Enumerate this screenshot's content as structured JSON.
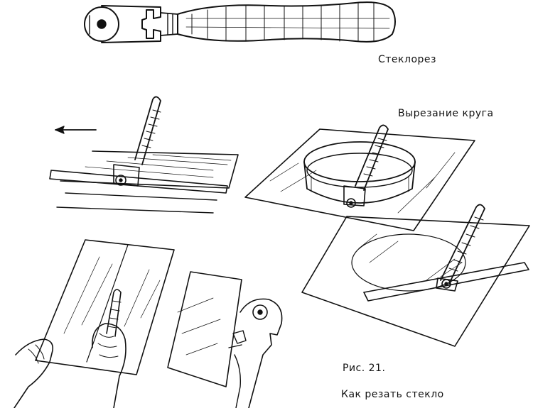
{
  "captions": {
    "glass_cutter": "Стеклорез",
    "circle_cutting": "Вырезание круга",
    "figure_number": "Рис. 21.",
    "how_to_cut": "Как резать стекло"
  },
  "colors": {
    "ink": "#111111",
    "paper": "#ffffff"
  }
}
